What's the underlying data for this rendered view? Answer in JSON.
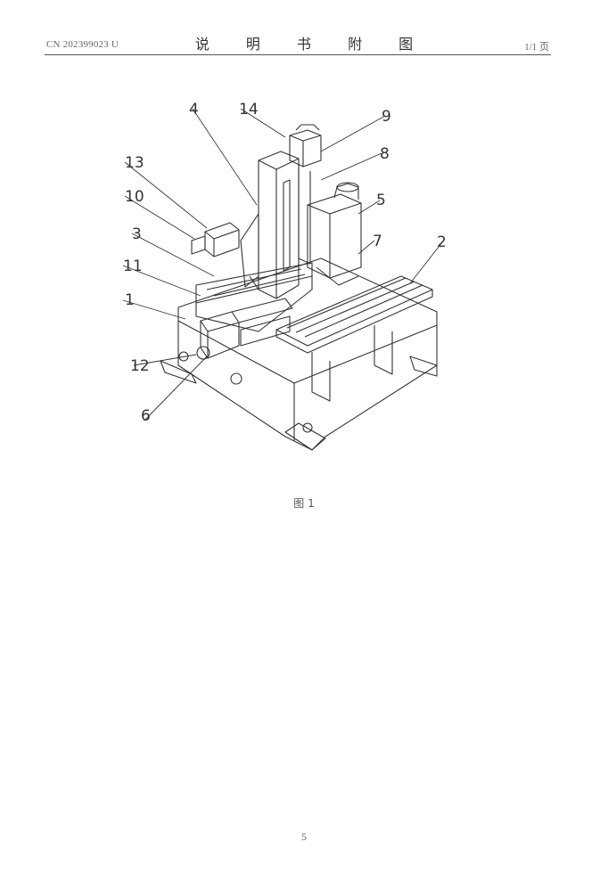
{
  "header": {
    "doc_number": "CN 202399023 U",
    "title": "说 明 书 附 图",
    "page_count": "1/1 页"
  },
  "figure": {
    "caption": "图 1",
    "labels": [
      "1",
      "2",
      "3",
      "4",
      "5",
      "6",
      "7",
      "8",
      "9",
      "10",
      "11",
      "12",
      "13",
      "14"
    ]
  },
  "footer": {
    "page_number": "5"
  }
}
